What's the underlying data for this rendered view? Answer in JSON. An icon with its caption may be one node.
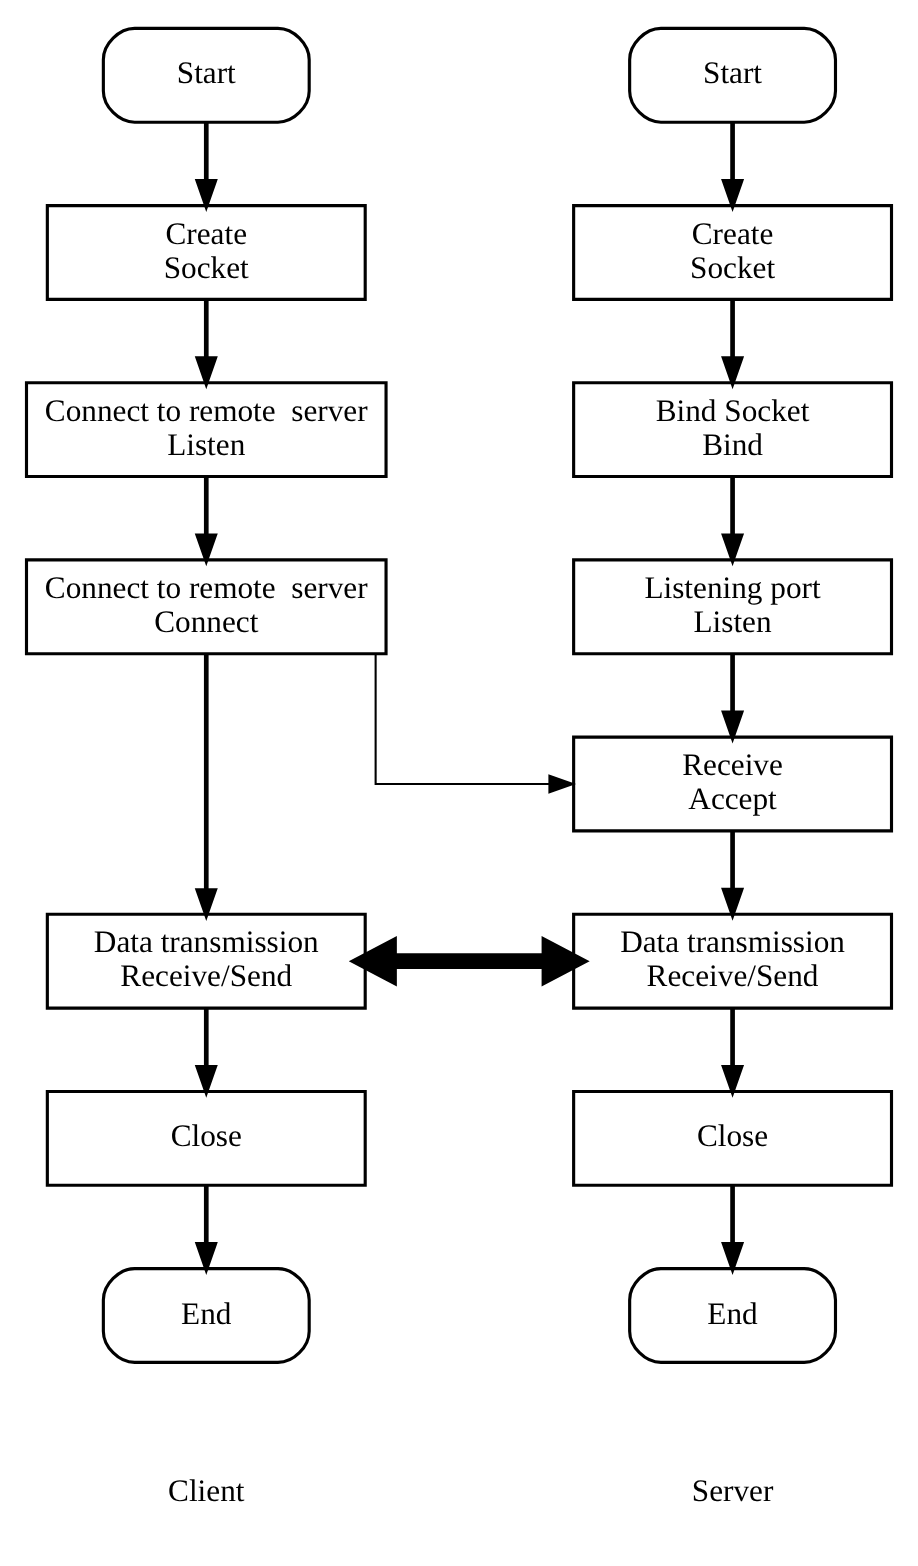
{
  "diagram": {
    "nodes": [
      {
        "text": [
          "Start"
        ]
      },
      {
        "text": [
          "Create",
          "Socket"
        ]
      },
      {
        "text": [
          "Connect to remote  server",
          "Listen"
        ]
      },
      {
        "text": [
          "Connect to remote  server",
          "Connect"
        ]
      },
      {
        "text": [
          "Data transmission",
          "Receive/Send"
        ]
      },
      {
        "text": [
          "Close"
        ]
      },
      {
        "text": [
          "End"
        ]
      },
      {
        "text": [
          "Start"
        ]
      },
      {
        "text": [
          "Create",
          "Socket"
        ]
      },
      {
        "text": [
          "Bind Socket",
          "Bind"
        ]
      },
      {
        "text": [
          "Listening port",
          "Listen"
        ]
      },
      {
        "text": [
          "Receive",
          "Accept"
        ]
      },
      {
        "text": [
          "Data transmission",
          "Receive/Send"
        ]
      },
      {
        "text": [
          "Close"
        ]
      },
      {
        "text": [
          "End"
        ]
      }
    ],
    "edges": [
      {
        "from": 0,
        "to": 1,
        "arrow": "to"
      },
      {
        "from": 1,
        "to": 2,
        "arrow": "to"
      },
      {
        "from": 2,
        "to": 3,
        "arrow": "to"
      },
      {
        "from": 3,
        "to": 4,
        "arrow": "to"
      },
      {
        "from": 4,
        "to": 5,
        "arrow": "to"
      },
      {
        "from": 5,
        "to": 6,
        "arrow": "to"
      },
      {
        "from": 7,
        "to": 8,
        "arrow": "to"
      },
      {
        "from": 8,
        "to": 9,
        "arrow": "to"
      },
      {
        "from": 9,
        "to": 10,
        "arrow": "to"
      },
      {
        "from": 10,
        "to": 11,
        "arrow": "to"
      },
      {
        "from": 11,
        "to": 12,
        "arrow": "to"
      },
      {
        "from": 12,
        "to": 13,
        "arrow": "to"
      },
      {
        "from": 13,
        "to": 14,
        "arrow": "to"
      },
      {
        "from": 3,
        "to": 11,
        "arrow": "to"
      },
      {
        "from": 4,
        "to": 12,
        "arrow": "both",
        "style": "thick"
      }
    ],
    "labels": [
      "Client",
      "Server"
    ]
  }
}
